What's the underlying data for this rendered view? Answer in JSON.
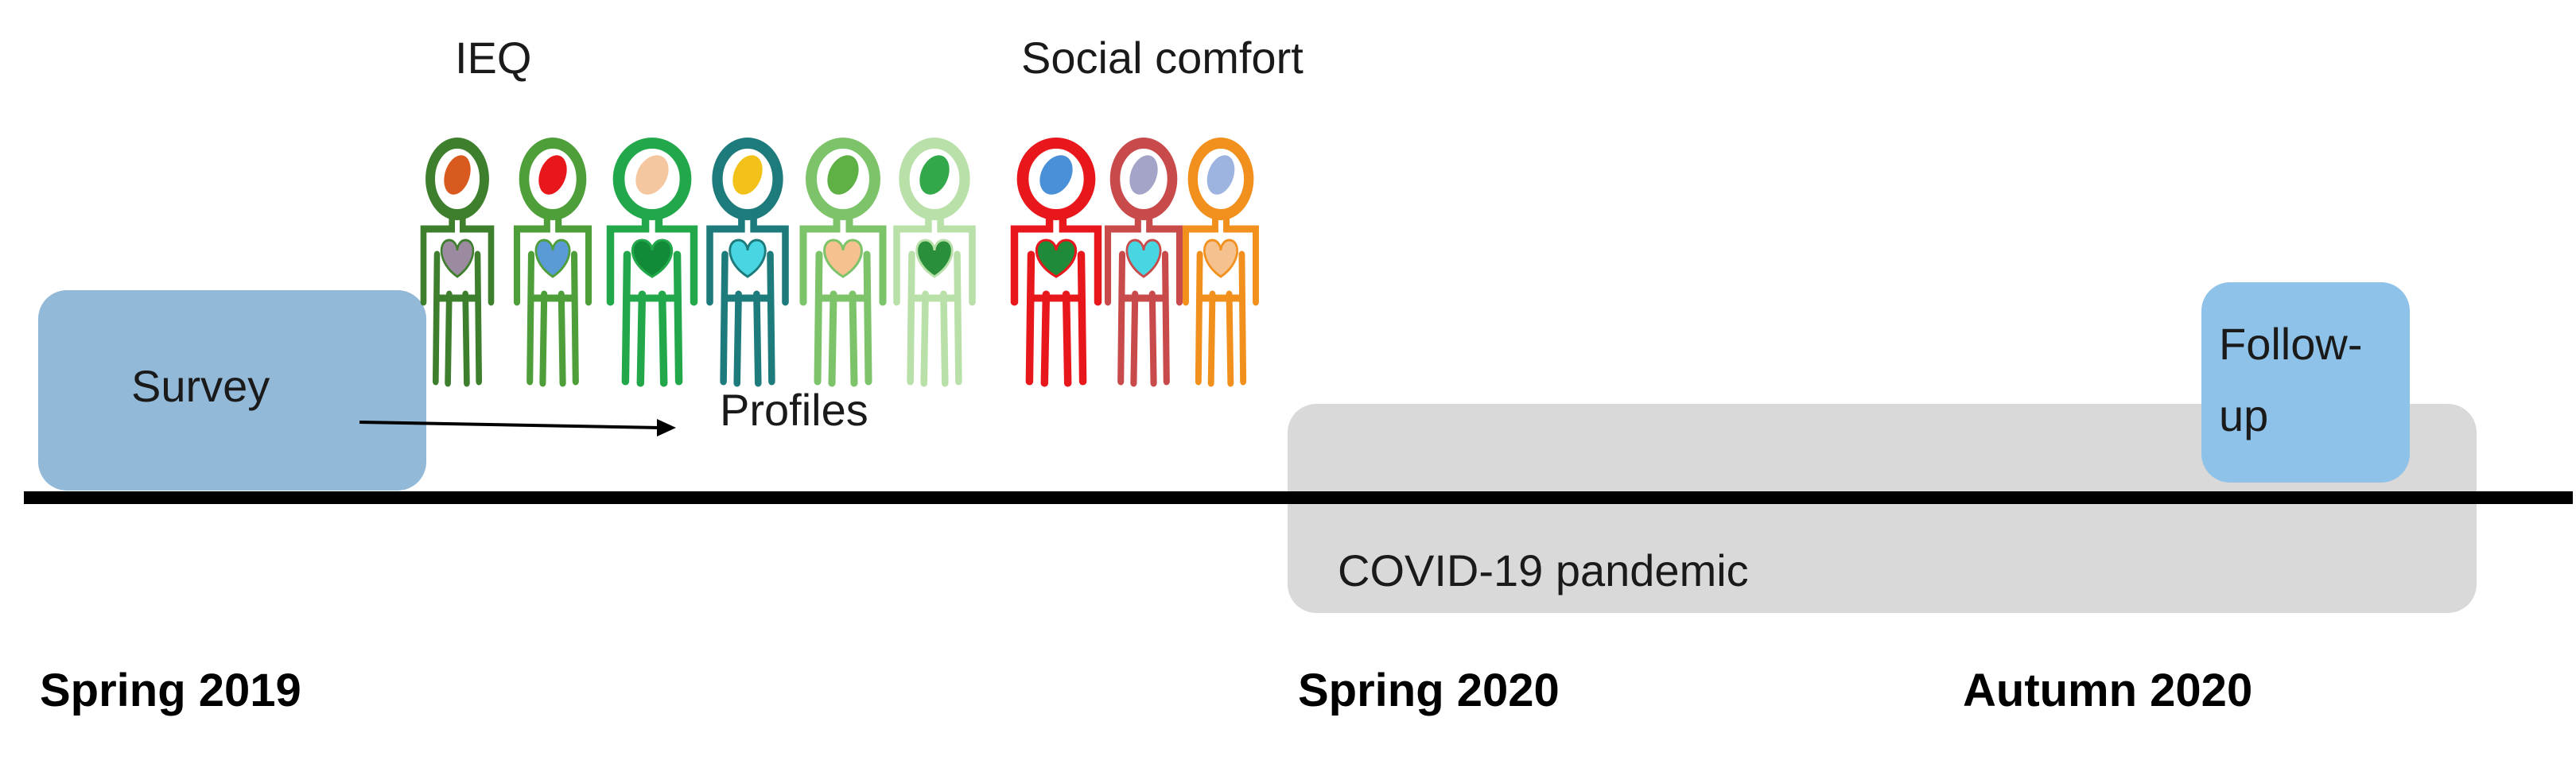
{
  "labels": {
    "ieq": "IEQ",
    "social_comfort": "Social comfort",
    "survey": "Survey",
    "profiles": "Profiles",
    "follow_up_line1": "Follow-",
    "follow_up_line2": "up",
    "covid": "COVID-19 pandemic"
  },
  "timeline": {
    "spring_2019": "Spring 2019",
    "spring_2020": "Spring 2020",
    "autumn_2020": "Autumn 2020"
  },
  "colors": {
    "survey_box": "#93b9d9",
    "followup_box": "#8fc2e8",
    "covid_band": "#d9d9d9",
    "axis": "#000000"
  },
  "figures": [
    {
      "icon": "person-profile-icon",
      "body": "#3e7f2e",
      "head": "#d95a1e",
      "heart": "#9c8aa0",
      "group": "ieq"
    },
    {
      "icon": "person-profile-icon",
      "body": "#4e9e3a",
      "head": "#e8171c",
      "heart": "#5b9bd5",
      "group": "ieq"
    },
    {
      "icon": "person-profile-icon",
      "body": "#22a84a",
      "head": "#f4c7a0",
      "heart": "#138a3a",
      "group": "ieq"
    },
    {
      "icon": "person-profile-icon",
      "body": "#1e7b7b",
      "head": "#f2c21a",
      "heart": "#49d6e3",
      "group": "ieq"
    },
    {
      "icon": "person-profile-icon",
      "body": "#7dc36a",
      "head": "#5fb045",
      "heart": "#f4c18f",
      "group": "ieq"
    },
    {
      "icon": "person-profile-icon",
      "body": "#b8e0a8",
      "head": "#32a84a",
      "heart": "#2a8f3a",
      "group": "ieq"
    },
    {
      "icon": "person-profile-icon",
      "body": "#e8171c",
      "head": "#4a90d9",
      "heart": "#1e8a3a",
      "group": "social"
    },
    {
      "icon": "person-profile-icon",
      "body": "#c94a4a",
      "head": "#a4a4c8",
      "heart": "#49d6e3",
      "group": "social"
    },
    {
      "icon": "person-profile-icon",
      "body": "#f2901e",
      "head": "#9eb4e0",
      "heart": "#f4c18f",
      "group": "social"
    }
  ]
}
